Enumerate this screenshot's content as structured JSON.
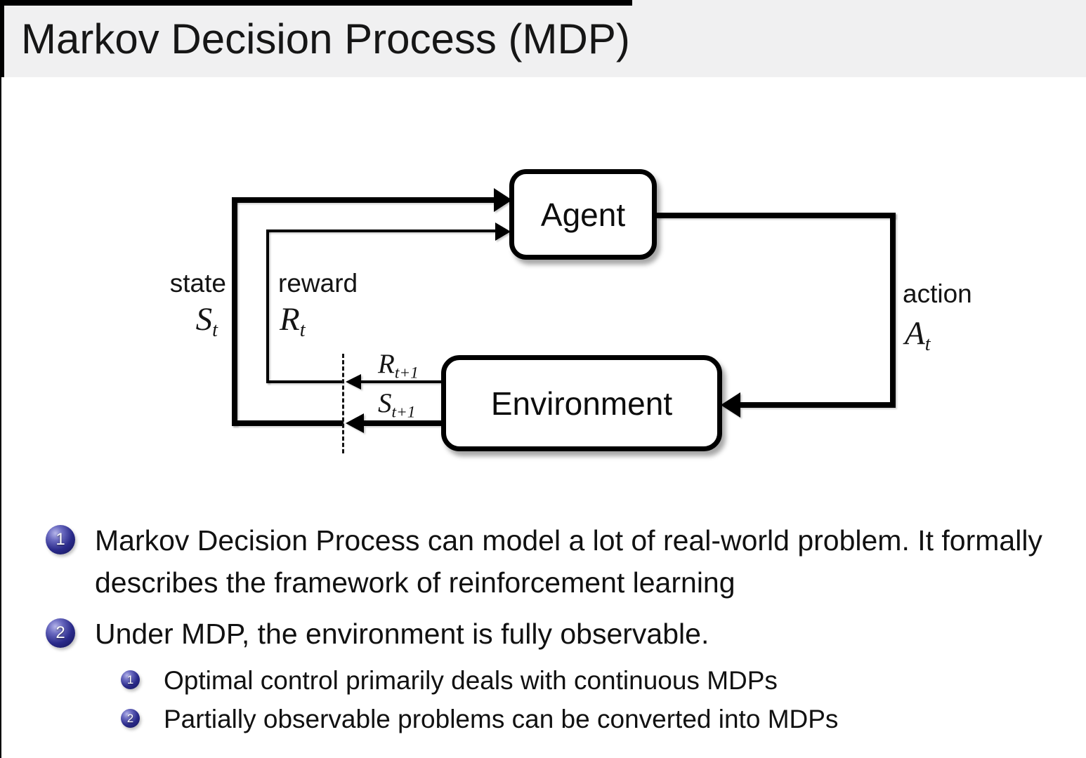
{
  "title": "Markov Decision Process (MDP)",
  "diagram": {
    "agent_label": "Agent",
    "environment_label": "Environment",
    "edges": {
      "state": {
        "label": "state",
        "symbol": "S",
        "subscript": "t"
      },
      "reward": {
        "label": "reward",
        "symbol": "R",
        "subscript": "t"
      },
      "action": {
        "label": "action",
        "symbol": "A",
        "subscript": "t"
      },
      "next_reward": {
        "symbol": "R",
        "subscript": "t+1"
      },
      "next_state": {
        "symbol": "S",
        "subscript": "t+1"
      }
    }
  },
  "bullets": [
    {
      "number": "1",
      "text": "Markov Decision Process can model a lot of real-world problem. It formally describes the framework of reinforcement learning"
    },
    {
      "number": "2",
      "text": "Under MDP, the environment is fully observable.",
      "sub": [
        {
          "number": "1",
          "text": "Optimal control primarily deals with continuous MDPs"
        },
        {
          "number": "2",
          "text": "Partially observable problems can be converted into MDPs"
        }
      ]
    }
  ],
  "colors": {
    "title_bg": "#f0f0f1",
    "text": "#141414",
    "ball_highlight": "#b6b6ea",
    "ball_mid": "#2a2a8a",
    "ball_dark": "#131353",
    "line": "#000000"
  }
}
